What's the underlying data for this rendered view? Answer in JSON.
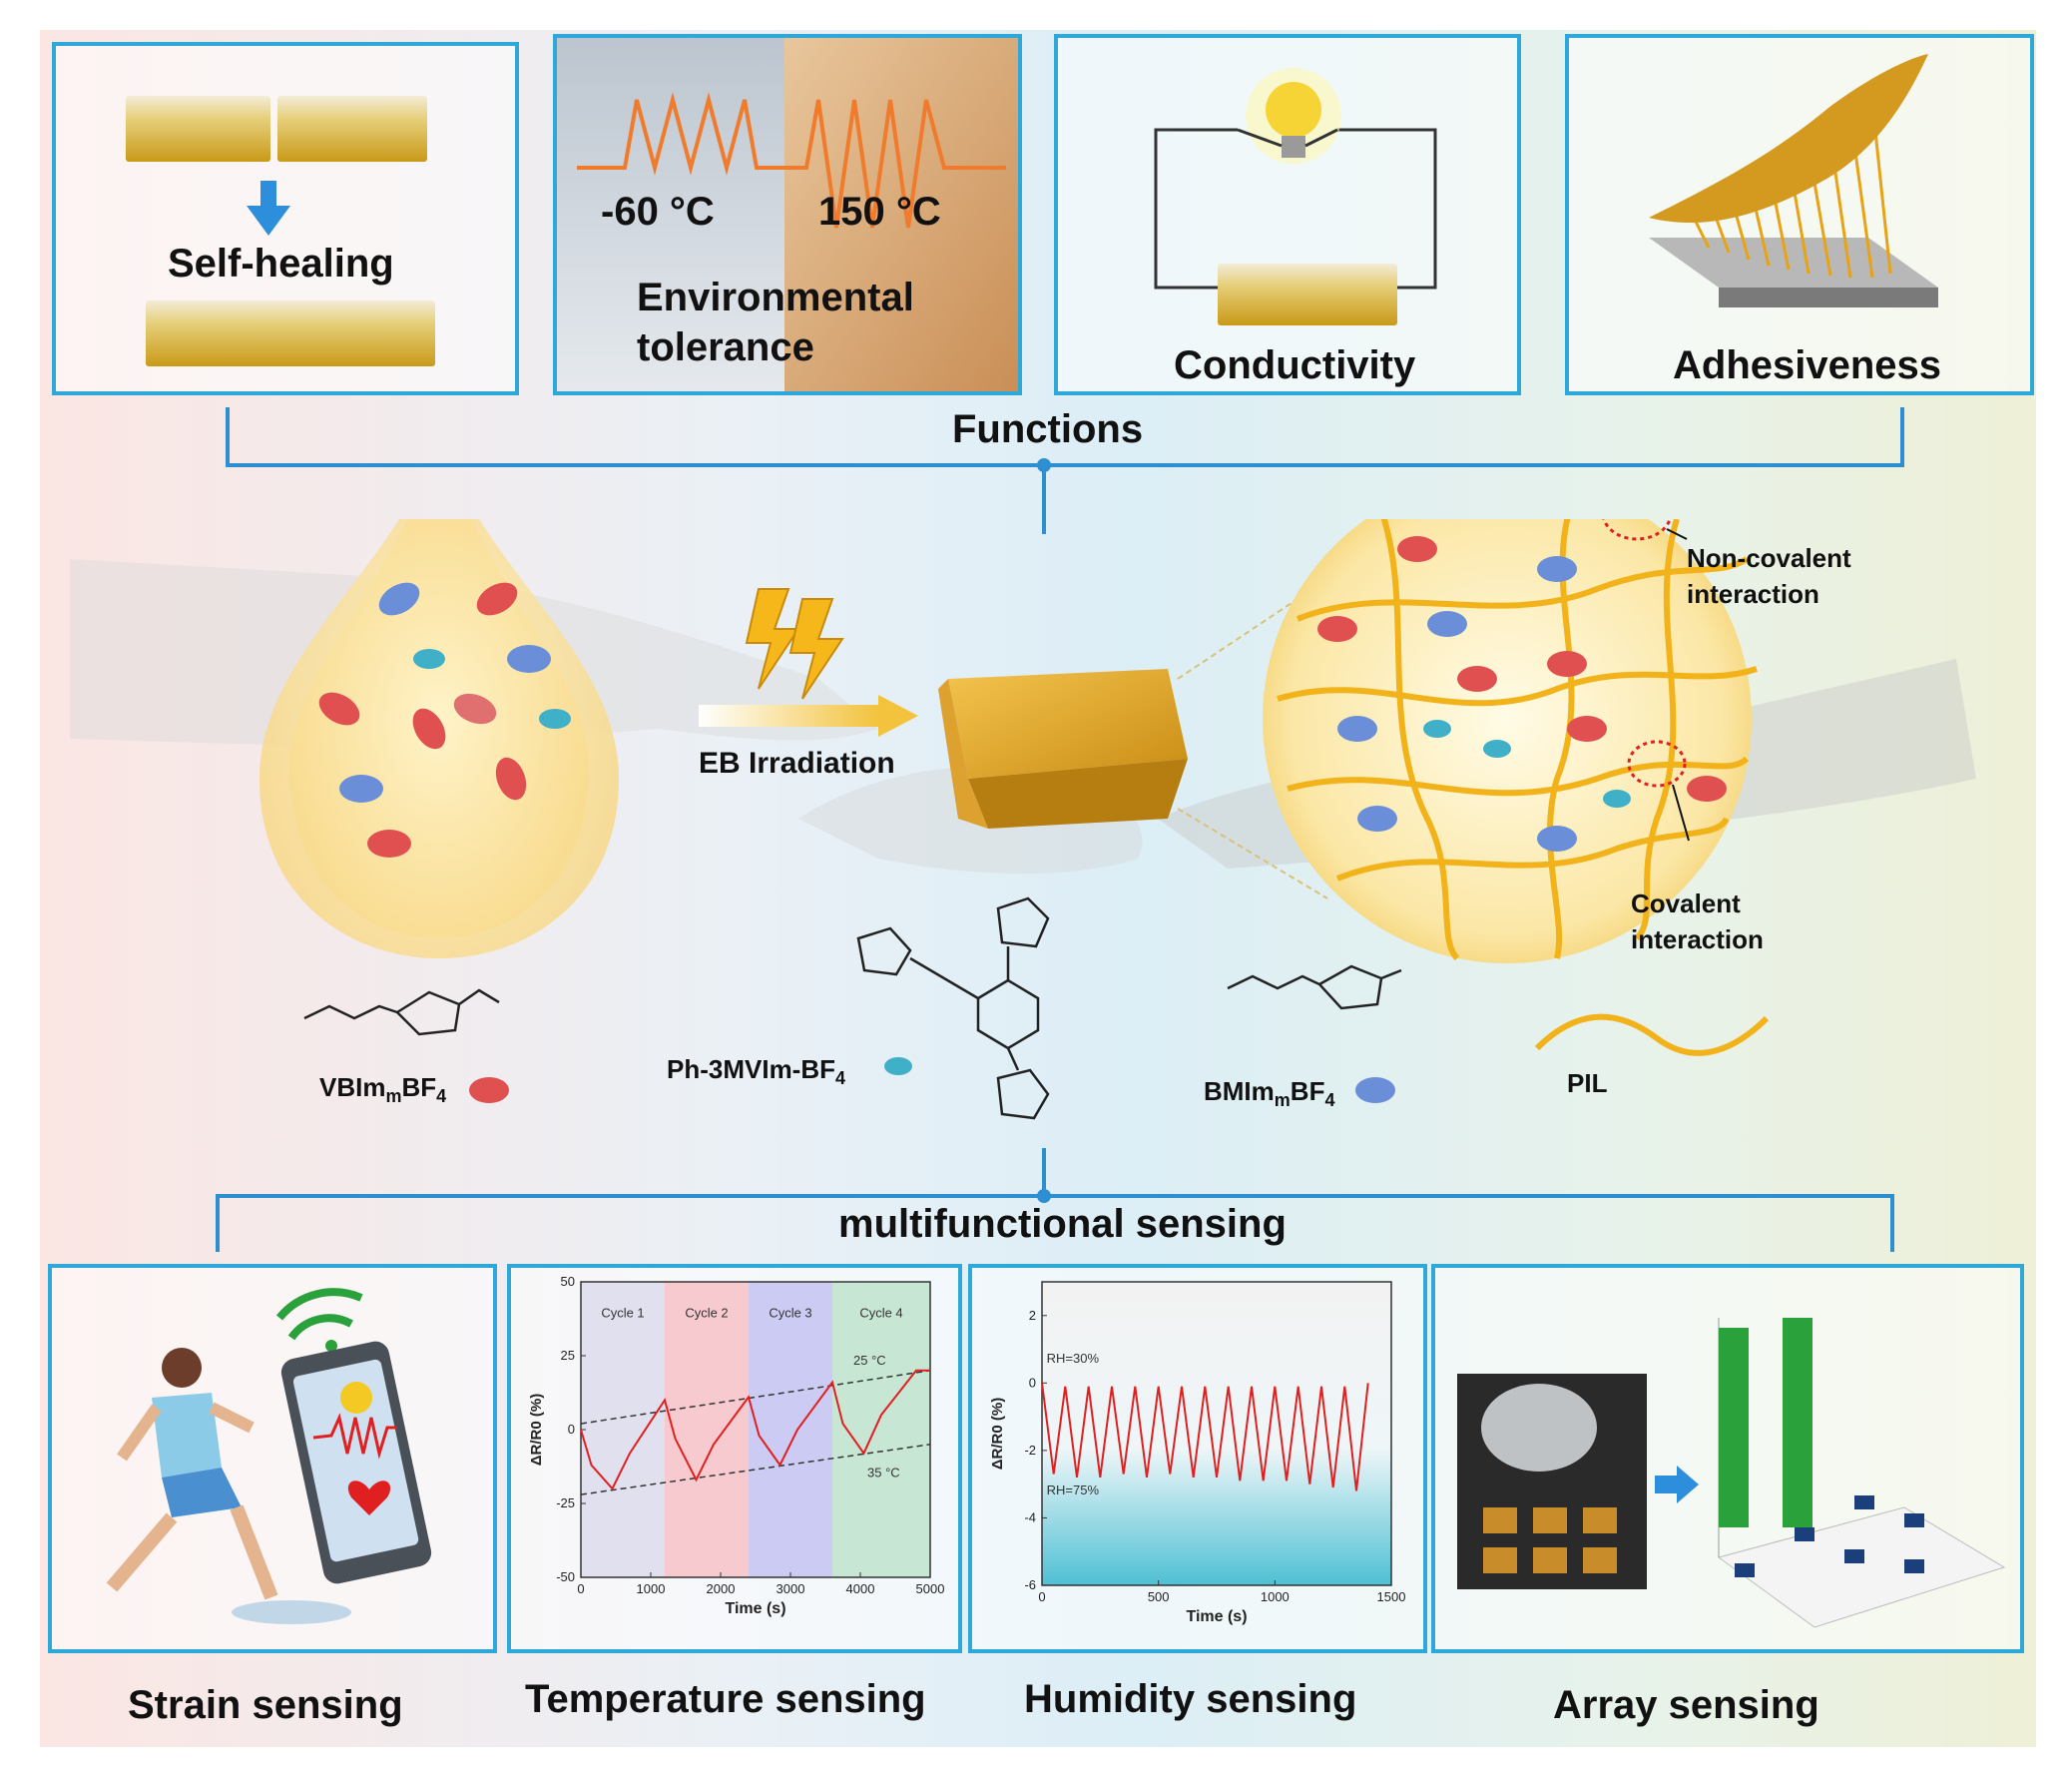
{
  "functions": {
    "title": "Functions",
    "self_healing": "Self-healing",
    "env_low": "-60 °C",
    "env_high": "150 °C",
    "env_line1": "Environmental",
    "env_line2": "tolerance",
    "conductivity": "Conductivity",
    "adhesiveness": "Adhesiveness"
  },
  "middle": {
    "eb": "EB Irradiation",
    "noncov1": "Non-covalent",
    "noncov2": "interaction",
    "cov1": "Covalent",
    "cov2": "interaction",
    "vbim": "VBIm",
    "vbim_sub": "m",
    "vbim_tail": "BF",
    "vbim_four": "4",
    "ph": "Ph-3MVIm-BF",
    "ph_four": "4",
    "bmim": "BMIm",
    "bmim_sub": "m",
    "bmim_tail": "BF",
    "bmim_four": "4",
    "pil": "PIL"
  },
  "sensing": {
    "title": "multifunctional  sensing",
    "strain": "Strain sensing",
    "temperature": "Temperature sensing",
    "humidity": "Humidity sensing",
    "array": "Array sensing"
  },
  "chart_data": [
    {
      "type": "line",
      "xlabel": "Time (s)",
      "ylabel": "ΔR/R0 (%)",
      "xlim": [
        0,
        5000
      ],
      "ylim": [
        -50,
        50
      ],
      "xticks": [
        0,
        1000,
        2000,
        3000,
        4000,
        5000
      ],
      "yticks": [
        50,
        25,
        0,
        -25,
        -50
      ],
      "cycles": [
        "Cycle 1",
        "Cycle 2",
        "Cycle 3",
        "Cycle 4"
      ],
      "cycle_colors": [
        "#dcdcec",
        "#f6c2c6",
        "#c3c3f2",
        "#bfe3cc"
      ],
      "annotations": [
        "25 °C",
        "35 °C"
      ],
      "x": [
        0,
        150,
        450,
        700,
        1200,
        1350,
        1650,
        1900,
        2400,
        2550,
        2850,
        3100,
        3600,
        3750,
        4050,
        4300,
        4800,
        5000
      ],
      "y": [
        0,
        -12,
        -20,
        -8,
        10,
        -3,
        -17,
        -5,
        11,
        -2,
        -12,
        0,
        16,
        2,
        -8,
        5,
        20,
        20
      ]
    },
    {
      "type": "line",
      "xlabel": "Time (s)",
      "ylabel": "ΔR/R0 (%)",
      "xlim": [
        0,
        1500
      ],
      "ylim": [
        -6,
        3
      ],
      "xticks": [
        0,
        500,
        1000,
        1500
      ],
      "yticks": [
        2,
        0,
        -2,
        -4,
        -6
      ],
      "annotations": [
        "RH=30%",
        "RH=75%"
      ],
      "x": [
        0,
        50,
        100,
        150,
        200,
        250,
        300,
        350,
        400,
        450,
        500,
        550,
        600,
        650,
        700,
        750,
        800,
        850,
        900,
        950,
        1000,
        1050,
        1100,
        1150,
        1200,
        1250,
        1300,
        1350,
        1400
      ],
      "y": [
        0,
        -2.7,
        -0.1,
        -2.8,
        -0.1,
        -2.8,
        -0.1,
        -2.7,
        -0.1,
        -2.8,
        -0.1,
        -2.7,
        -0.1,
        -2.8,
        -0.1,
        -2.8,
        -0.1,
        -2.9,
        -0.1,
        -2.9,
        -0.1,
        -2.9,
        -0.1,
        -3.0,
        -0.1,
        -3.1,
        -0.1,
        -3.2,
        0
      ]
    }
  ]
}
